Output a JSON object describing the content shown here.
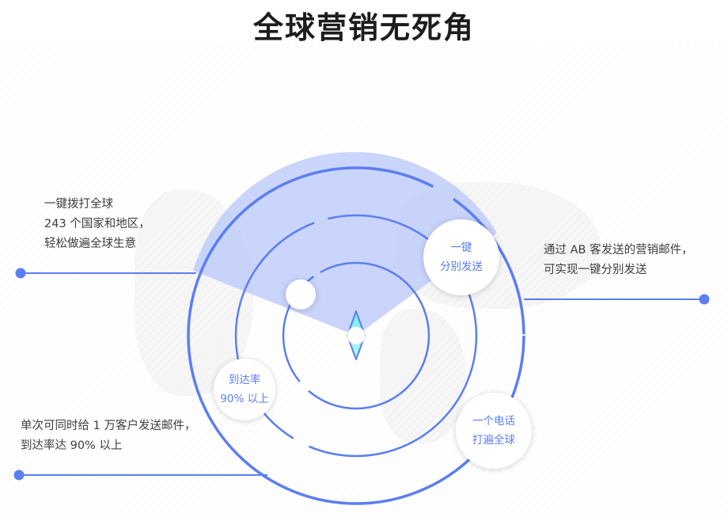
{
  "title": "全球营销无死角",
  "left_top": {
    "lines": [
      "一键拨打全球",
      "243 个国家和地区，",
      "轻松做遍全球生意"
    ]
  },
  "left_bottom": {
    "lines": [
      "单次可同时给 1 万客户发送邮件，",
      "到达率达 90% 以上"
    ]
  },
  "right": {
    "lines": [
      "通过 AB 客发送的营销邮件，",
      "可实现一键分别发送"
    ]
  },
  "nodes": {
    "split_send": [
      "一键",
      "分别发送"
    ],
    "reach_rate": [
      "到达率",
      "90% 以上"
    ],
    "global_call": [
      "一个电话",
      "打遍全球"
    ]
  },
  "colors": {
    "accent": "#5b7ef0",
    "sweep": "#c7d2fb",
    "needle": "#7ff0ea"
  }
}
